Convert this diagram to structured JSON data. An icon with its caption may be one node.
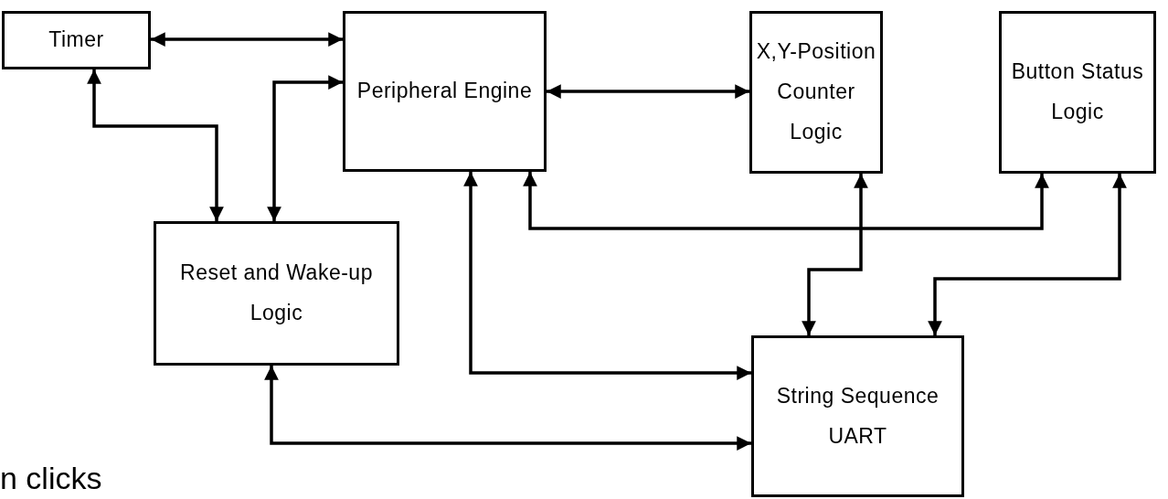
{
  "diagram": {
    "nodes": [
      {
        "text": [
          "Timer"
        ]
      },
      {
        "text": [
          "Peripheral Engine"
        ]
      },
      {
        "text": [
          "X,Y-Position Counter Logic"
        ]
      },
      {
        "text": [
          "Button Status Logic"
        ]
      },
      {
        "text": [
          "Reset and Wake-up Logic"
        ]
      },
      {
        "text": [
          "String Sequence UART"
        ]
      }
    ],
    "edges": [
      {
        "from": 0,
        "to": 1,
        "arrow": "both"
      },
      {
        "from": 0,
        "to": 4,
        "arrow": "both"
      },
      {
        "from": 4,
        "to": 1,
        "arrow": "both"
      },
      {
        "from": 1,
        "to": 2,
        "arrow": "both"
      },
      {
        "from": 1,
        "to": 3,
        "arrow": "both"
      },
      {
        "from": 1,
        "to": 5,
        "arrow": "both"
      },
      {
        "from": 2,
        "to": 5,
        "arrow": "both"
      },
      {
        "from": 3,
        "to": 5,
        "arrow": "both"
      },
      {
        "from": 4,
        "to": 5,
        "arrow": "both"
      }
    ],
    "labels": [
      "n clicks"
    ]
  }
}
